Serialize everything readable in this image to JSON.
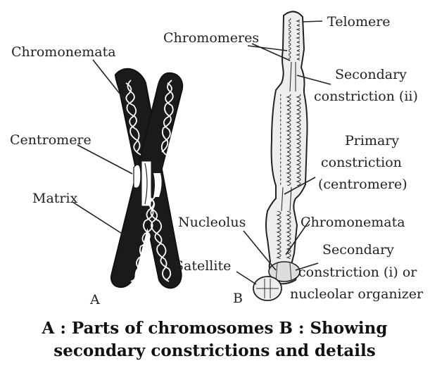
{
  "labels": {
    "chromonemata_a": "Chromonemata",
    "centromere": "Centromere",
    "matrix": "Matrix",
    "letter_a": "A",
    "telomere": "Telomere",
    "chromomeres": "Chromomeres",
    "secondary_constriction_ii_line1": "Secondary",
    "secondary_constriction_ii_line2": "constriction (ii)",
    "primary_line1": "Primary",
    "primary_line2": "constriction",
    "primary_line3": "(centromere)",
    "nucleolus": "Nucleolus",
    "chromonemata_b": "Chromonemata",
    "secondary_constriction_i_line1": "Secondary",
    "secondary_constriction_i_line2": "constriction (i) or",
    "secondary_constriction_i_line3": "nucleolar organizer",
    "satellite": "Satellite",
    "letter_b": "B"
  },
  "caption": {
    "line1": "A : Parts of chromosomes B : Showing",
    "line2": "secondary constrictions and details"
  },
  "colors": {
    "chromatid_a": "#1a1a1a",
    "chromosome_b_fill": "#eeeeee",
    "outline": "#222222"
  }
}
